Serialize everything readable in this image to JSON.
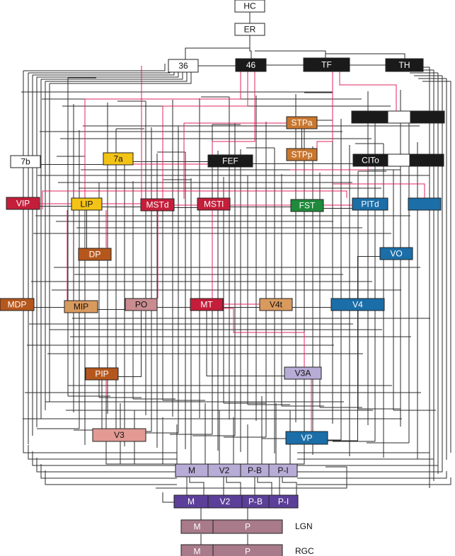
{
  "areas": {
    "HC": "HC",
    "ER": "ER",
    "a36": "36",
    "a46": "46",
    "TF": "TF",
    "TH": "TH",
    "STPa": "STPa",
    "STPp": "STPp",
    "a7b": "7b",
    "a7a": "7a",
    "FEF": "FEF",
    "CITo": "CITo",
    "VIP": "VIP",
    "LIP": "LIP",
    "MSTd": "MSTd",
    "MSTl": "MSTl",
    "FST": "FST",
    "PITd": "PITd",
    "VO": "VO",
    "DP": "DP",
    "MDP": "MDP",
    "MIP": "MIP",
    "PO": "PO",
    "MT": "MT",
    "V4t": "V4t",
    "V4": "V4",
    "PIP": "PIP",
    "V3A": "V3A",
    "V3": "V3",
    "VP": "VP"
  },
  "streams": {
    "V2_upper": [
      "M",
      "V2",
      "P-B",
      "P-I"
    ],
    "V1_lower": [
      "M",
      "V2",
      "P-B",
      "P-I"
    ],
    "LGN": [
      "M",
      "P"
    ],
    "RGC": [
      "M",
      "P"
    ]
  },
  "side_labels": {
    "lgn": "LGN",
    "rgc": "RGC"
  },
  "colors": {
    "black": "#1a1a1a",
    "white": "#ffffff",
    "orange": "#c9772f",
    "yellow": "#f3c316",
    "crimson": "#c41e3a",
    "green": "#1f8a3b",
    "blue": "#1b6ea8",
    "brown": "#b5571c",
    "rose": "#c98c8f",
    "salmon": "#e29a93",
    "tan": "#d99a5e",
    "lavender": "#b7acd6",
    "purple": "#5b3f98",
    "mauve": "#a87a8a",
    "wire": "#2a2a2a",
    "wire_red": "#e0245e"
  }
}
